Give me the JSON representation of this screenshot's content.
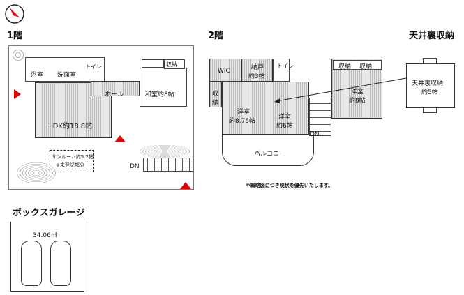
{
  "headings": {
    "floor1": "1階",
    "floor2": "2階",
    "attic": "天井裏収納",
    "garage": "ボックスガレージ"
  },
  "floor1": {
    "bath": "浴室",
    "washroom": "洗面室",
    "toilet": "トイレ",
    "storage": "収納",
    "hall": "ホール",
    "washitsu": "和室約8帖",
    "ldk": "LDK約18.8帖",
    "sunroom_line1": "サンルーム約5.2帖",
    "sunroom_line2": "※未登記部分",
    "dn": "DN"
  },
  "floor2": {
    "wic": "WIC",
    "nando_line1": "納戸",
    "nando_line2": "約3帖",
    "toilet": "トイレ",
    "storage_left_line1": "収",
    "storage_left_line2": "納",
    "storage_a": "収納",
    "storage_b": "収納",
    "room_a_line1": "洋室",
    "room_a_line2": "約8.75帖",
    "room_b_line1": "洋室",
    "room_b_line2": "約6帖",
    "room_c_line1": "洋室",
    "room_c_line2": "約8帖",
    "dn": "DN",
    "balcony": "バルコニー",
    "note": "※概略図につき現状を優先いたします。"
  },
  "attic": {
    "line1": "天井裏収納",
    "line2": "約5帖"
  },
  "garage": {
    "area": "34.06㎡"
  },
  "colors": {
    "entrance_marker": "#e00000",
    "wall": "#333333"
  }
}
